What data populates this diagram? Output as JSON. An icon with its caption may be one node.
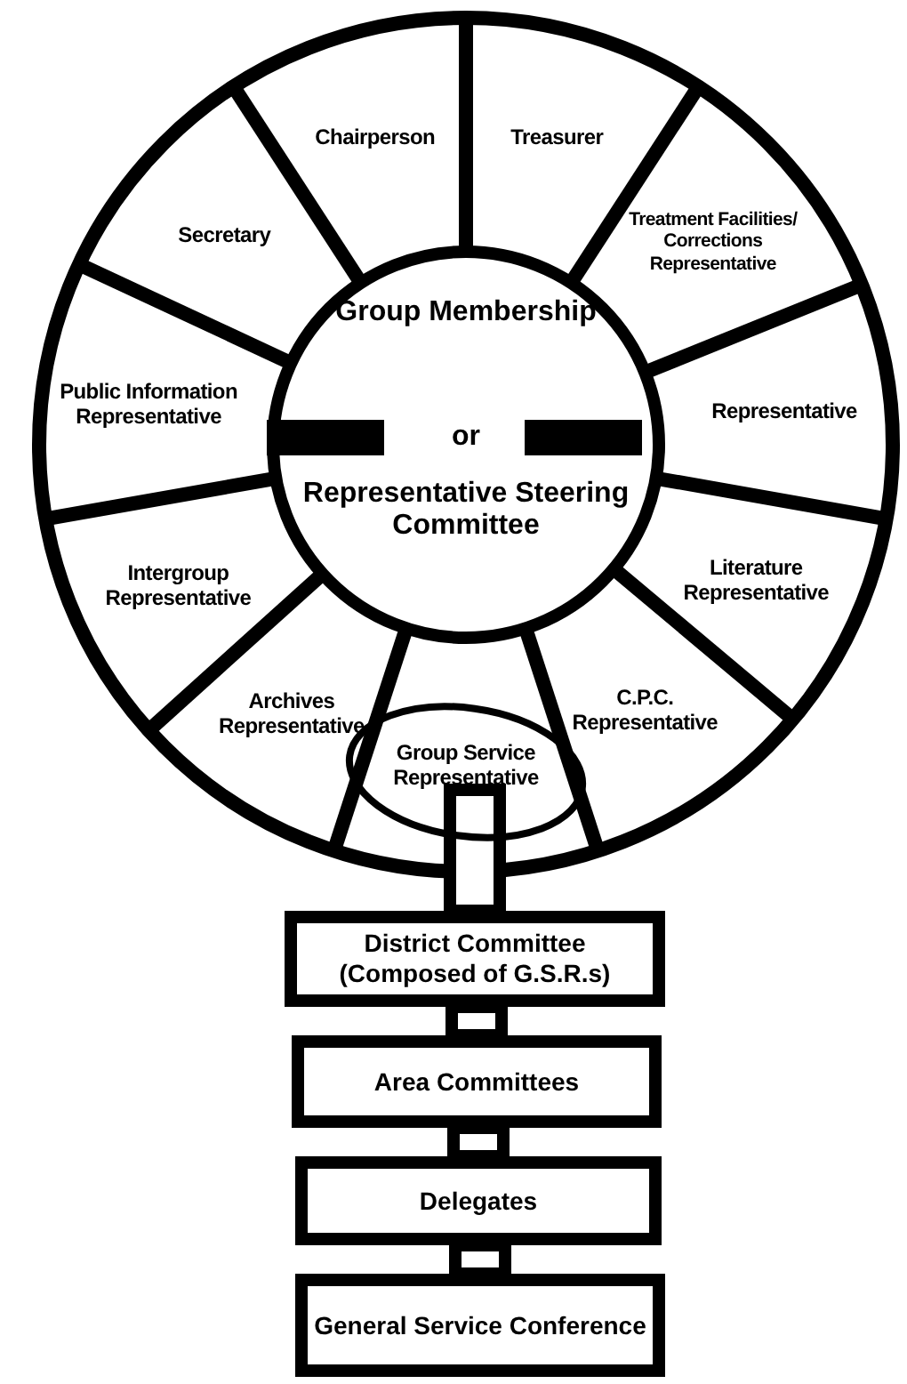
{
  "diagram": {
    "nodes": [
      {
        "text": [
          "Chairperson"
        ]
      },
      {
        "text": [
          "Treasurer"
        ]
      },
      {
        "text": [
          "Secretary"
        ]
      },
      {
        "text": [
          "Treatment Facilities/ Corrections Representative"
        ]
      },
      {
        "text": [
          "Group Membership",
          "or",
          "Representative Steering Committee"
        ]
      },
      {
        "text": [
          "Public Information Representative"
        ]
      },
      {
        "text": [
          "Representative"
        ]
      },
      {
        "text": [
          "Intergroup Representative"
        ]
      },
      {
        "text": [
          "Literature Representative"
        ]
      },
      {
        "text": [
          "Archives Representative"
        ]
      },
      {
        "text": [
          "C.P.C. Representative"
        ]
      },
      {
        "text": [
          "Group Service Representative"
        ]
      },
      {
        "text": [
          "District Committee (Composed of G.S.R.s)"
        ]
      },
      {
        "text": [
          "Area Committees"
        ]
      },
      {
        "text": [
          "Delegates"
        ]
      },
      {
        "text": [
          "General Service Conference"
        ]
      }
    ],
    "edges": [
      {
        "from": 11,
        "to": 12,
        "arrow": "none"
      },
      {
        "from": 12,
        "to": 13,
        "arrow": "none"
      },
      {
        "from": 13,
        "to": 14,
        "arrow": "none"
      },
      {
        "from": 14,
        "to": 15,
        "arrow": "none"
      }
    ]
  }
}
